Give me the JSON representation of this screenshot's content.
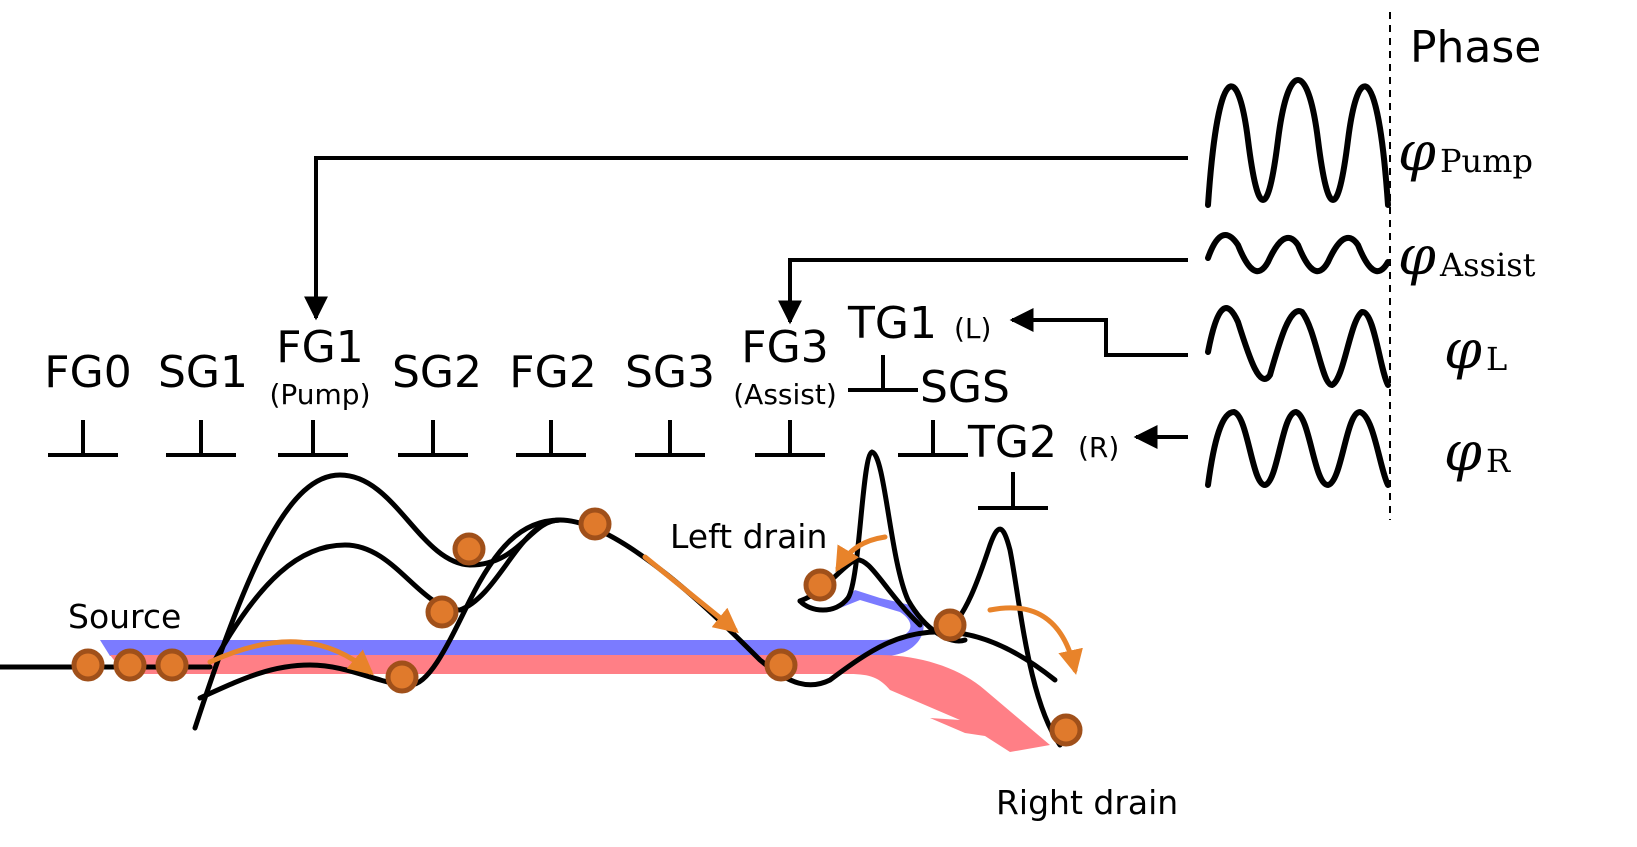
{
  "gates": [
    {
      "name": "FG0",
      "sub": ""
    },
    {
      "name": "SG1",
      "sub": ""
    },
    {
      "name": "FG1",
      "sub": "(Pump)"
    },
    {
      "name": "SG2",
      "sub": ""
    },
    {
      "name": "FG2",
      "sub": ""
    },
    {
      "name": "SG3",
      "sub": ""
    },
    {
      "name": "FG3",
      "sub": "(Assist)"
    }
  ],
  "tg1": {
    "name": "TG1",
    "side": "(L)"
  },
  "sgs": {
    "name": "SGS"
  },
  "tg2": {
    "name": "TG2",
    "side": "(R)"
  },
  "phase_header": "Phase",
  "phases": [
    {
      "symbol": "φ",
      "sub": "Pump"
    },
    {
      "symbol": "φ",
      "sub": "Assist"
    },
    {
      "symbol": "φ",
      "sub": "L"
    },
    {
      "symbol": "φ",
      "sub": "R"
    }
  ],
  "labels": {
    "source": "Source",
    "left_drain": "Left drain",
    "right_drain": "Right drain"
  },
  "colors": {
    "electron": "#e07a2c",
    "electron_edge": "#a0501a",
    "arrow": "#e8832a",
    "left_path": "#7b7bff",
    "right_path": "#ff7f86"
  }
}
